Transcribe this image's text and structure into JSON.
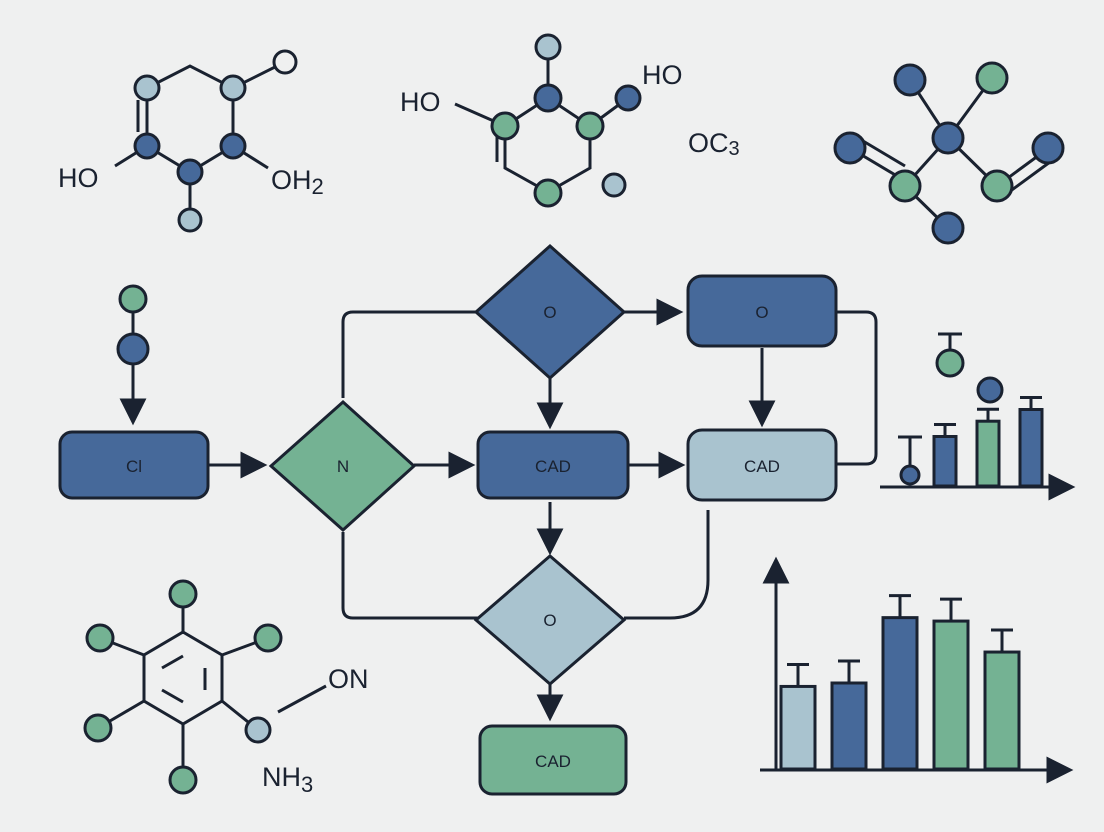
{
  "colors": {
    "background": "#eff0f0",
    "dark_blue": "#46699a",
    "green": "#74b293",
    "light_blue": "#a9c3cf",
    "stroke": "#1a2230"
  },
  "molecules": {
    "top_left": {
      "label_left": "HO",
      "label_right": "OH",
      "label_right_sub": "2"
    },
    "top_middle": {
      "label_left": "HO",
      "label_right": "HO",
      "label_formula": "OC",
      "label_formula_sub": "3"
    },
    "bottom_left": {
      "label_side": "ON",
      "label_bottom": "NH",
      "label_bottom_sub": "3"
    }
  },
  "flowchart": {
    "box_cl": "Cl",
    "diamond_n": "N",
    "diamond_top": "O",
    "box_top_right": "O",
    "box_cad_middle": "CAD",
    "box_cad_right": "CAD",
    "diamond_bottom": "O",
    "box_cad_bottom": "CAD"
  },
  "chart_data": [
    {
      "type": "bar",
      "series": [
        {
          "values": [
            0.55,
            0.72,
            0.85
          ]
        }
      ],
      "colors": [
        "#46699a",
        "#74b293",
        "#46699a"
      ],
      "error_bars": true,
      "grid": false
    },
    {
      "type": "bar",
      "series": [
        {
          "values": [
            0.48,
            0.5,
            0.88,
            0.86,
            0.68
          ]
        }
      ],
      "colors": [
        "#a9c3cf",
        "#46699a",
        "#46699a",
        "#74b293",
        "#74b293"
      ],
      "error_bars": true,
      "grid": false
    }
  ]
}
